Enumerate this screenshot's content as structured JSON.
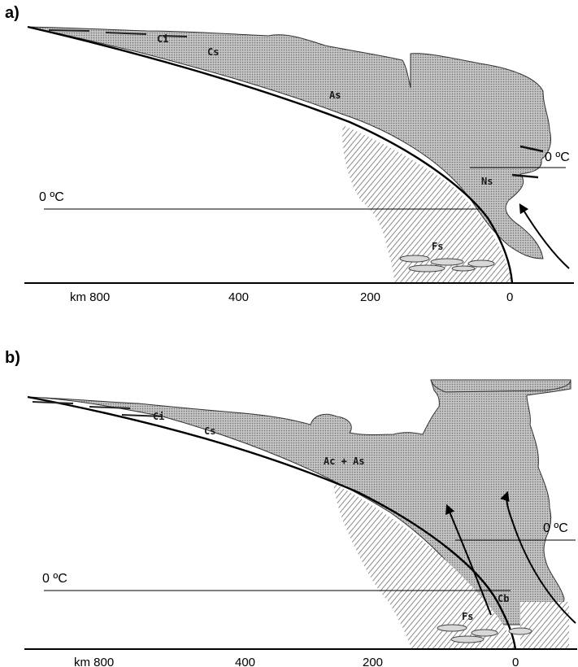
{
  "panels": [
    {
      "label": "a)",
      "axis_ticks": [
        "km 800",
        "400",
        "200",
        "0"
      ],
      "isotherm_labels": [
        "0 ºC",
        "0 ºC"
      ],
      "cloud_labels": [
        "Ci",
        "Cs",
        "As",
        "Ns",
        "Fs"
      ]
    },
    {
      "label": "b)",
      "axis_ticks": [
        "km 800",
        "400",
        "200",
        "0"
      ],
      "isotherm_labels": [
        "0 ºC",
        "0 ºC"
      ],
      "cloud_labels": [
        "Ci",
        "Cs",
        "Ac + As",
        "Cb",
        "Fs"
      ]
    }
  ],
  "colors": {
    "cloud": "#b4b4b4",
    "ink": "#000000",
    "background": "#ffffff"
  }
}
